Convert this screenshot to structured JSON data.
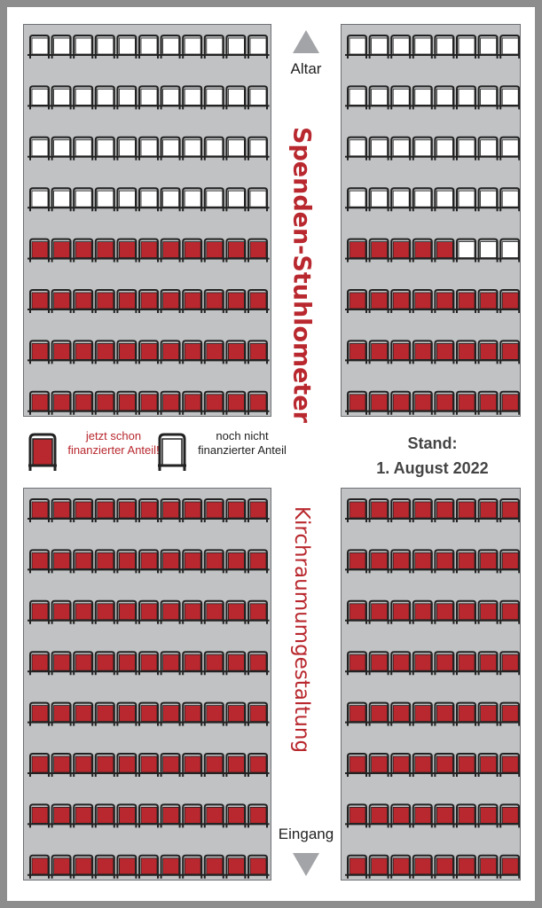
{
  "title_top": "Spenden-Stuhlometer",
  "title_bottom": "Kirchraumumgestaltung",
  "altar_label": "Altar",
  "entrance_label": "Eingang",
  "legend": {
    "financed_label": "jetzt schon finanzierter Anteil!",
    "unfinanced_label": "noch nicht finanzierter Anteil"
  },
  "status": {
    "label": "Stand:",
    "date": "1. August 2022"
  },
  "colors": {
    "financed": "#b8282e",
    "unfinanced": "#ffffff",
    "block_bg": "#c1c2c4",
    "frame": "#8d8d8d",
    "title": "#b8282e"
  },
  "blocks": [
    {
      "name": "block-front-left",
      "rows": 8,
      "chairs_per_row": 11,
      "financed_per_row": [
        0,
        0,
        0,
        0,
        11,
        11,
        11,
        11
      ]
    },
    {
      "name": "block-front-right",
      "rows": 8,
      "chairs_per_row": 8,
      "financed_per_row": [
        0,
        0,
        0,
        0,
        5,
        8,
        8,
        8
      ]
    },
    {
      "name": "block-back-left",
      "rows": 8,
      "chairs_per_row": 11,
      "financed_per_row": [
        11,
        11,
        11,
        11,
        11,
        11,
        11,
        11
      ]
    },
    {
      "name": "block-back-right",
      "rows": 8,
      "chairs_per_row": 8,
      "financed_per_row": [
        8,
        8,
        8,
        8,
        8,
        8,
        8,
        8
      ]
    }
  ]
}
